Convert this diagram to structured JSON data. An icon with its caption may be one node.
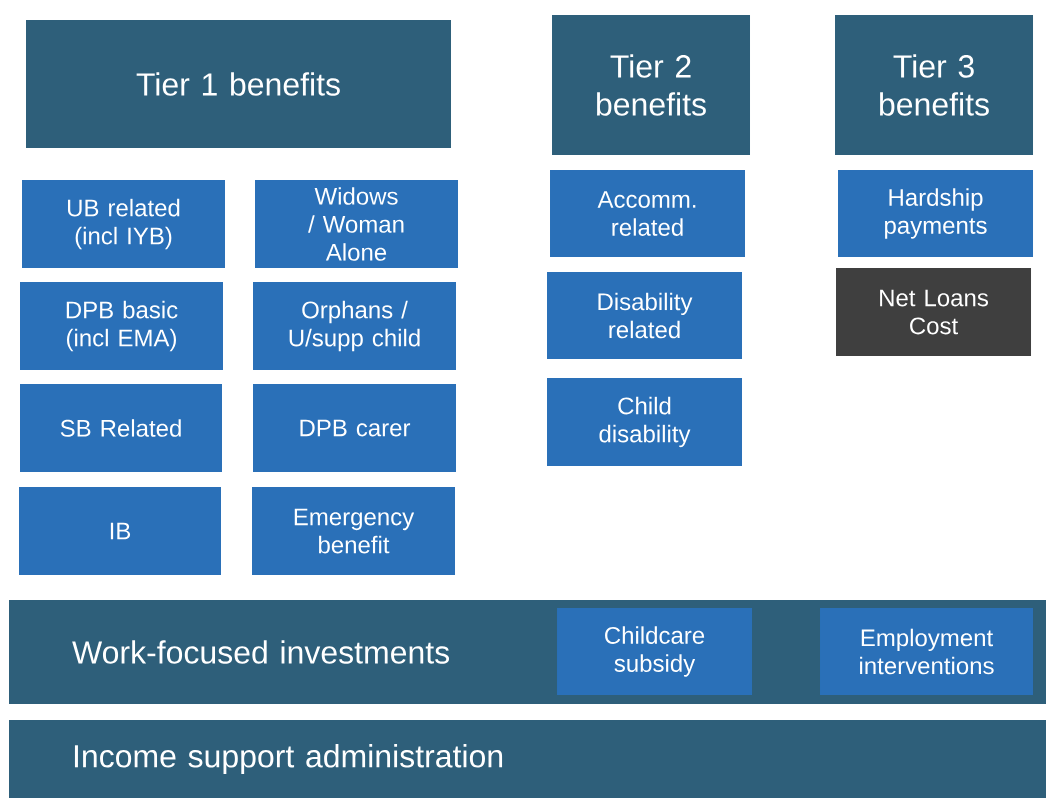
{
  "diagram": {
    "nodes": [
      {
        "text": [
          "Tier 1 benefits"
        ]
      },
      {
        "text": [
          "UB related (incl IYB)"
        ]
      },
      {
        "text": [
          "Widows / Woman Alone"
        ]
      },
      {
        "text": [
          "DPB basic (incl EMA)"
        ]
      },
      {
        "text": [
          "Orphans / U/supp child"
        ]
      },
      {
        "text": [
          "SB Related"
        ]
      },
      {
        "text": [
          "DPB carer"
        ]
      },
      {
        "text": [
          "IB"
        ]
      },
      {
        "text": [
          "Emergency benefit"
        ]
      },
      {
        "text": [
          "Tier 2 benefits"
        ]
      },
      {
        "text": [
          "Accomm. related"
        ]
      },
      {
        "text": [
          "Disability related"
        ]
      },
      {
        "text": [
          "Child disability"
        ]
      },
      {
        "text": [
          "Tier 3 benefits"
        ]
      },
      {
        "text": [
          "Hardship payments"
        ]
      },
      {
        "text": [
          "Net Loans Cost"
        ]
      },
      {
        "text": [
          "Work-focused investments"
        ]
      },
      {
        "text": [
          "Childcare subsidy"
        ],
        "in": 16
      },
      {
        "text": [
          "Employment interventions"
        ],
        "in": 16
      },
      {
        "text": [
          "Income support administration"
        ]
      }
    ]
  }
}
